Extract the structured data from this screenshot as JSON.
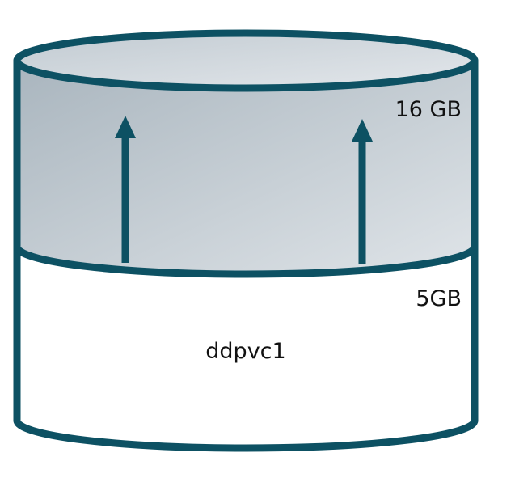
{
  "diagram": {
    "volume_name": "ddpvc1",
    "expanded_size_label": "16 GB",
    "original_size_label": "5GB"
  },
  "colors": {
    "outline": "#0d5163",
    "expanded_gradient_start": "#a9b5be",
    "expanded_gradient_end": "#dfe4e8",
    "top_gradient_start": "#c2cbd2",
    "top_gradient_end": "#e3e7eb",
    "arrow": "#0d5163",
    "text": "#111111",
    "body_fill": "#ffffff"
  },
  "icons": {
    "arrow_left": "arrow-up-icon",
    "arrow_right": "arrow-up-icon"
  }
}
